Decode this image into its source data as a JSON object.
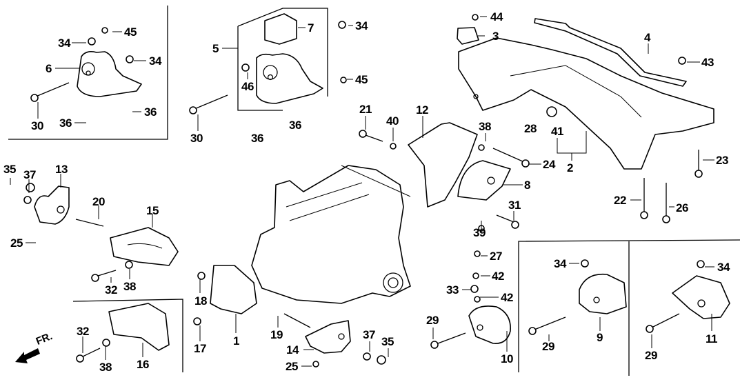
{
  "diagram": {
    "type": "exploded-parts-diagram",
    "subject": "Engine mounts and front sub-frame",
    "direction_indicator": {
      "label": "FR.",
      "icon": "arrow-front-icon"
    },
    "callouts": [
      {
        "id": "c34a",
        "label": "34"
      },
      {
        "id": "c45a",
        "label": "45"
      },
      {
        "id": "c34b",
        "label": "34"
      },
      {
        "id": "c6",
        "label": "6"
      },
      {
        "id": "c30a",
        "label": "30"
      },
      {
        "id": "c36a",
        "label": "36"
      },
      {
        "id": "c36b",
        "label": "36"
      },
      {
        "id": "c5",
        "label": "5"
      },
      {
        "id": "c7",
        "label": "7"
      },
      {
        "id": "c34c",
        "label": "34"
      },
      {
        "id": "c46",
        "label": "46"
      },
      {
        "id": "c45b",
        "label": "45"
      },
      {
        "id": "c30b",
        "label": "30"
      },
      {
        "id": "c36c",
        "label": "36"
      },
      {
        "id": "c36d",
        "label": "36"
      },
      {
        "id": "c44",
        "label": "44"
      },
      {
        "id": "c3",
        "label": "3"
      },
      {
        "id": "c4",
        "label": "4"
      },
      {
        "id": "c43",
        "label": "43"
      },
      {
        "id": "c21",
        "label": "21"
      },
      {
        "id": "c40",
        "label": "40"
      },
      {
        "id": "c12",
        "label": "12"
      },
      {
        "id": "c38a",
        "label": "38"
      },
      {
        "id": "c28",
        "label": "28"
      },
      {
        "id": "c41",
        "label": "41"
      },
      {
        "id": "c2",
        "label": "2"
      },
      {
        "id": "c24",
        "label": "24"
      },
      {
        "id": "c8",
        "label": "8"
      },
      {
        "id": "c23",
        "label": "23"
      },
      {
        "id": "c22",
        "label": "22"
      },
      {
        "id": "c26",
        "label": "26"
      },
      {
        "id": "c39",
        "label": "39"
      },
      {
        "id": "c31",
        "label": "31"
      },
      {
        "id": "c35a",
        "label": "35"
      },
      {
        "id": "c37a",
        "label": "37"
      },
      {
        "id": "c13",
        "label": "13"
      },
      {
        "id": "c20",
        "label": "20"
      },
      {
        "id": "c15",
        "label": "15"
      },
      {
        "id": "c25a",
        "label": "25"
      },
      {
        "id": "c32a",
        "label": "32"
      },
      {
        "id": "c38b",
        "label": "38"
      },
      {
        "id": "c32b",
        "label": "32"
      },
      {
        "id": "c38c",
        "label": "38"
      },
      {
        "id": "c16",
        "label": "16"
      },
      {
        "id": "c18",
        "label": "18"
      },
      {
        "id": "c17",
        "label": "17"
      },
      {
        "id": "c1",
        "label": "1"
      },
      {
        "id": "c19",
        "label": "19"
      },
      {
        "id": "c14",
        "label": "14"
      },
      {
        "id": "c25b",
        "label": "25"
      },
      {
        "id": "c37b",
        "label": "37"
      },
      {
        "id": "c35b",
        "label": "35"
      },
      {
        "id": "c27",
        "label": "27"
      },
      {
        "id": "c42a",
        "label": "42"
      },
      {
        "id": "c33",
        "label": "33"
      },
      {
        "id": "c42b",
        "label": "42"
      },
      {
        "id": "c29a",
        "label": "29"
      },
      {
        "id": "c10",
        "label": "10"
      },
      {
        "id": "c34d",
        "label": "34"
      },
      {
        "id": "c9",
        "label": "9"
      },
      {
        "id": "c29b",
        "label": "29"
      },
      {
        "id": "c34e",
        "label": "34"
      },
      {
        "id": "c11",
        "label": "11"
      },
      {
        "id": "c29c",
        "label": "29"
      }
    ]
  }
}
